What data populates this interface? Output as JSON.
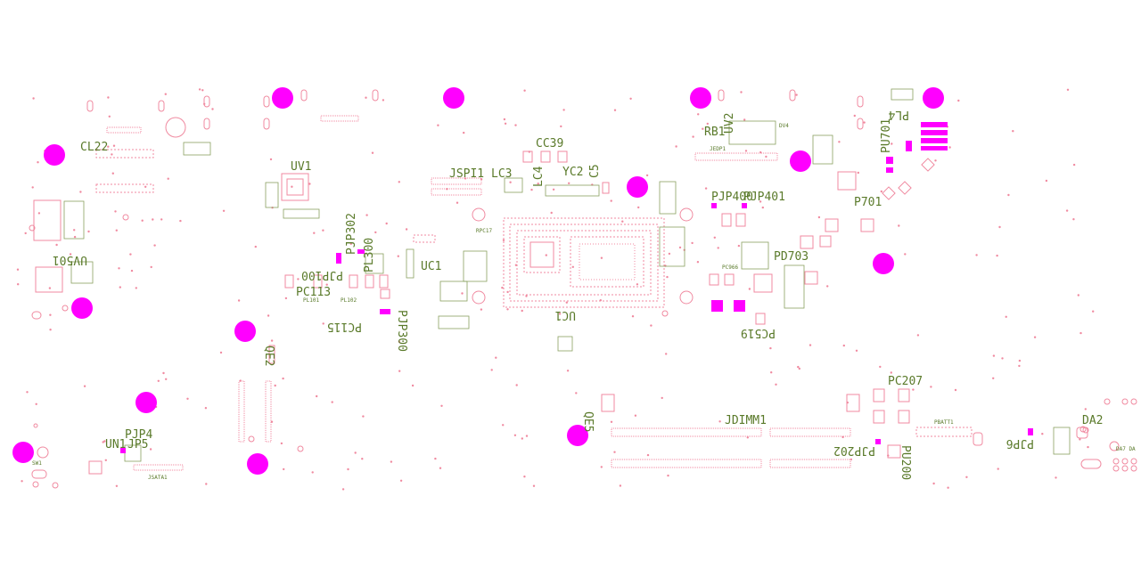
{
  "board": {
    "silkscreen_color": "#5a7a2a",
    "pad_color": "#f08aa0",
    "marker_color": "#ff00ff"
  },
  "labels": {
    "cl22": "CL22",
    "uv1": "UV1",
    "jspi1": "JSPI1",
    "lc3": "LC3",
    "cc39": "CC39",
    "yc2": "YC2",
    "rb1": "RB1",
    "uv2": "UV2",
    "dv4": "DV4",
    "pl4": "PL4",
    "pu701": "PU701",
    "jp400": "PJP400",
    "jp401": "PJP401",
    "p701": "P701",
    "pd703": "PD703",
    "pjp302": "PJP302",
    "pc113": "PC113",
    "uc1_top": "UC1",
    "uc1_bot": "UC1",
    "pjp100": "PJP100",
    "pjp300": "PJP300",
    "pc115": "PC115",
    "pc519": "PC519",
    "pc966": "PC966",
    "uv501": "UV501",
    "qe2": "QE2",
    "pjp4": "PJP4",
    "un1": "UN1",
    "jp5": "JP5",
    "qe5": "QE5",
    "jdimm1": "JDIMM1",
    "pc207": "PC207",
    "pjp202": "PJP202",
    "pu200": "PU200",
    "pjp6": "PJP6",
    "da2": "DA2",
    "da7": "DA7 DA",
    "lc4": "LC4",
    "c5": "C5",
    "jsata1": "JSATA1",
    "pl300": "PL300",
    "pbatt1": "PBATT1",
    "pl101": "PL101",
    "pl102": "PL102",
    "sw1": "SW1",
    "jedp1": "JEDP1",
    "rpc17": "RPC17"
  }
}
